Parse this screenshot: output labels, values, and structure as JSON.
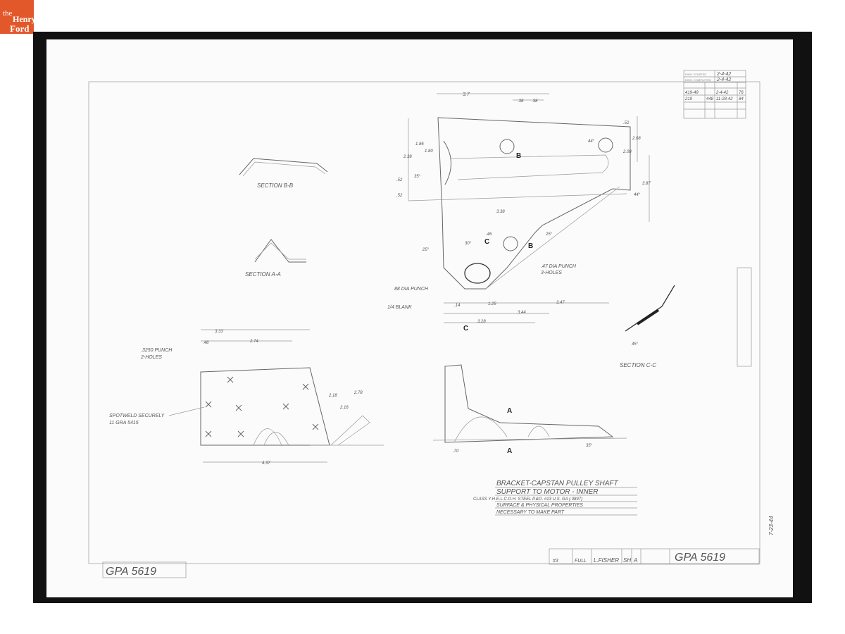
{
  "logo": {
    "line1": "the",
    "line2": "Henry",
    "line3": "Ford",
    "color": "#e2582b"
  },
  "drawing": {
    "number": "GPA 5619",
    "title_block": {
      "title_line1": "BRACKET-CAPSTAN PULLEY SHAFT",
      "title_line2": "SUPPORT TO MOTOR - INNER",
      "material": "CLASS Y-H E.L.C.O.H. STEEL P.&O. #13 U.S. GA (.0897)",
      "note_line1": "SURFACE & PHYSICAL PROPERTIES",
      "note_line2": "NECESSARY TO MAKE PART",
      "scale_value": "FULL",
      "number_value": "#3",
      "drawn_by": "L.FISHER",
      "checked": "SH",
      "approved": "A"
    },
    "revision_table": {
      "rows": [
        [
          "DWG. STARTED",
          "2-4-42"
        ],
        [
          "DWG. COMPLETED",
          "2-4-42"
        ],
        [
          "419-49",
          "",
          "2-4-42",
          "76"
        ],
        [
          "219",
          "448",
          "11-28-42",
          "84"
        ]
      ]
    },
    "sections": {
      "bb": "SECTION B-B",
      "aa": "SECTION A-A",
      "cc": "SECTION C-C"
    },
    "notes": {
      "punch_88": "88 DIA PUNCH",
      "punch_47_1": ".47 DIA PUNCH",
      "punch_47_2": "3-HOLES",
      "blank": "1/4 BLANK",
      "punch_325_1": ".3250 PUNCH",
      "punch_325_2": "2-HOLES",
      "spotweld_1": "SPOTWELD SECURELY",
      "spotweld_2": "11 GRA 5415"
    },
    "dimensions": [
      "3.7",
      ".38",
      ".38",
      ".52",
      "2.08",
      "2.08",
      "3.87",
      "1.86",
      "1.80",
      "2.38",
      ".52",
      ".52",
      "44°",
      "44°",
      "35°",
      "3.38",
      "25°",
      "25°",
      "30°",
      ".46",
      ".14",
      "1.25",
      "3.47",
      "3.44",
      "3.28",
      "3.33",
      ".48",
      "2.74",
      "2.18",
      "2.78",
      "2.16",
      "4.37",
      ".70",
      "45°",
      "35°"
    ],
    "markers": {
      "b": "B",
      "c": "C",
      "a": "A"
    },
    "side_note": "7-23-44"
  }
}
